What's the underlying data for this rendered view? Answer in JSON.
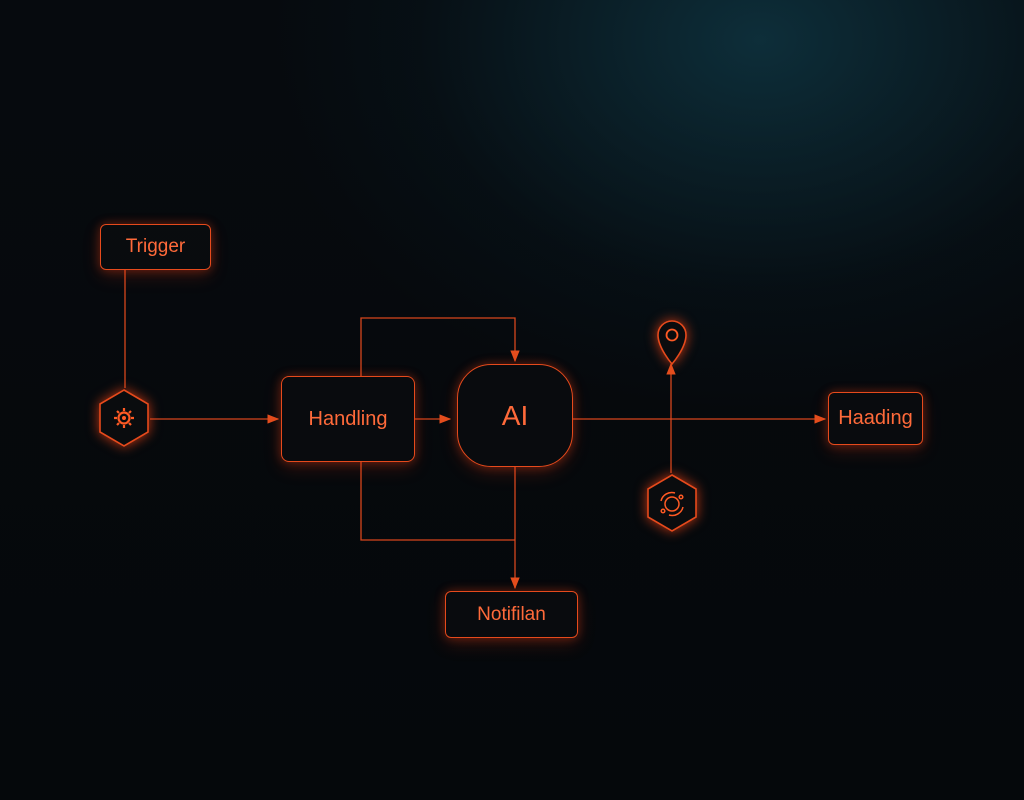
{
  "diagram": {
    "nodes": {
      "trigger": "Trigger",
      "handling": "Handling",
      "ai": "AI",
      "heading": "Haading",
      "notification": "Notifilan"
    },
    "icons": {
      "start": "gear-icon",
      "branch": "cycle-icon",
      "marker": "location-pin-icon"
    },
    "edges": [
      {
        "from": "trigger",
        "to": "gear-icon"
      },
      {
        "from": "gear-icon",
        "to": "handling"
      },
      {
        "from": "handling",
        "to": "ai"
      },
      {
        "from": "handling",
        "to": "ai",
        "route": "top-loop"
      },
      {
        "from": "handling",
        "to": "notification",
        "route": "bottom-loop"
      },
      {
        "from": "ai",
        "to": "notification"
      },
      {
        "from": "ai",
        "to": "heading"
      },
      {
        "from": "cycle-icon",
        "to": "location-pin-icon"
      }
    ],
    "colors": {
      "accent": "#e64a1c",
      "text": "#ff6a3a",
      "background": "#05080c",
      "glow_tint": "#103a48"
    }
  }
}
